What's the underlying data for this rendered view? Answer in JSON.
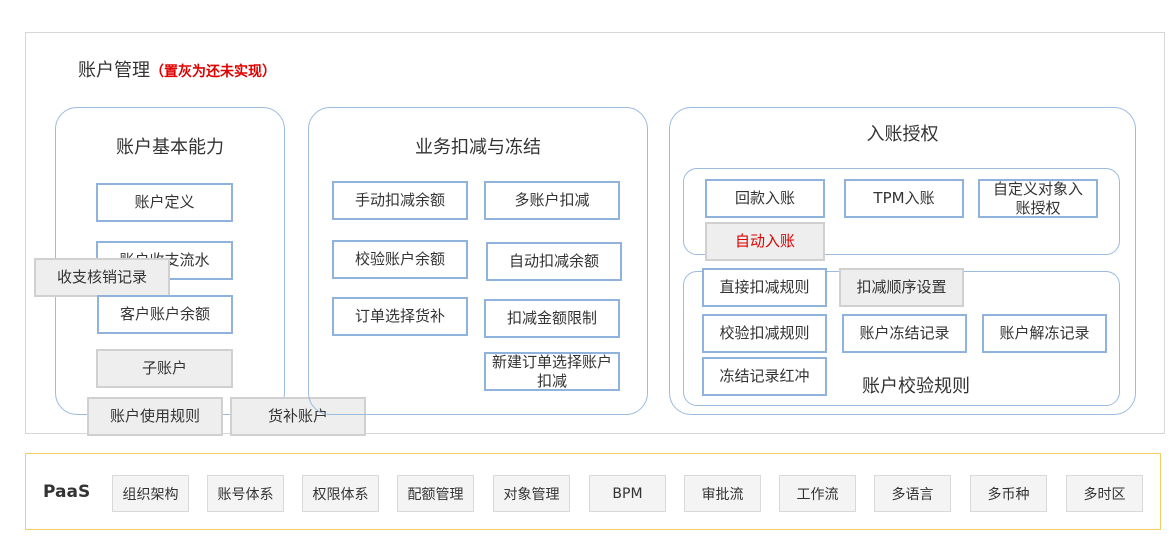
{
  "header": {
    "title": "账户管理",
    "note": "（置灰为还未实现）",
    "note_color": "#e00000"
  },
  "groups": {
    "basic": {
      "title": "账户基本能力",
      "items": [
        "账户定义",
        "账户收支流水",
        "收支核销记录",
        "客户账户余额",
        "子账户",
        "账户使用规则",
        "货补账户"
      ]
    },
    "deduct": {
      "title": "业务扣减与冻结",
      "items": [
        "手动扣减余额",
        "多账户扣减",
        "校验账户余额",
        "自动扣减余额",
        "订单选择货补",
        "扣减金额限制",
        "新建订单选择账户扣减"
      ]
    },
    "auth": {
      "title": "入账授权",
      "entry_items": [
        "回款入账",
        "TPM入账",
        "自定义对象入账授权",
        "自动入账"
      ],
      "rule_title": "账户校验规则",
      "rule_items": [
        "直接扣减规则",
        "扣减顺序设置",
        "校验扣减规则",
        "账户冻结记录",
        "账户解冻记录",
        "冻结记录红冲"
      ]
    }
  },
  "paas": {
    "label": "PaaS",
    "items": [
      "组织架构",
      "账号体系",
      "权限体系",
      "配额管理",
      "对象管理",
      "BPM",
      "审批流",
      "工作流",
      "多语言",
      "多币种",
      "多时区"
    ]
  }
}
